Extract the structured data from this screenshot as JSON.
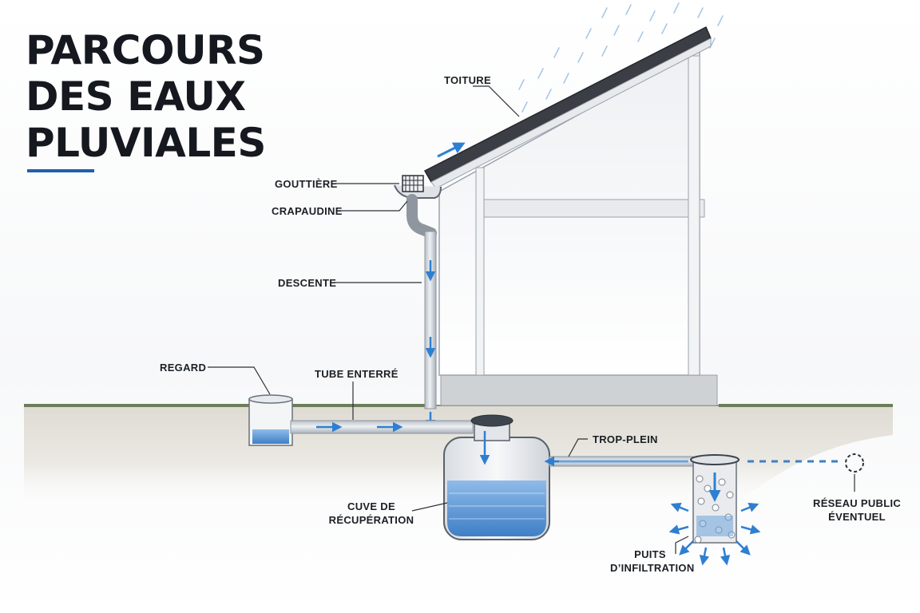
{
  "title": {
    "lines": [
      "PARCOURS",
      "DES EAUX",
      "PLUVIALES"
    ],
    "accent_color": "#1f5fb0"
  },
  "labels": {
    "toiture": "TOITURE",
    "gouttiere": "GOUTTIÈRE",
    "crapaudine": "CRAPAUDINE",
    "descente": "DESCENTE",
    "regard": "REGARD",
    "tube_enterre": "TUBE ENTERRÉ",
    "trop_plein": "TROP-PLEIN",
    "cuve": [
      "CUVE DE",
      "RÉCUPÉRATION"
    ],
    "reseau": [
      "RÉSEAU PUBLIC",
      "ÉVENTUEL"
    ],
    "puits": [
      "PUITS",
      "D’INFILTRATION"
    ]
  },
  "colors": {
    "water": "#5b97d6",
    "arrow": "#2f7fd0",
    "ink": "#1c1f24",
    "ground": "#e4e1da",
    "roof": "#3b3f45"
  }
}
